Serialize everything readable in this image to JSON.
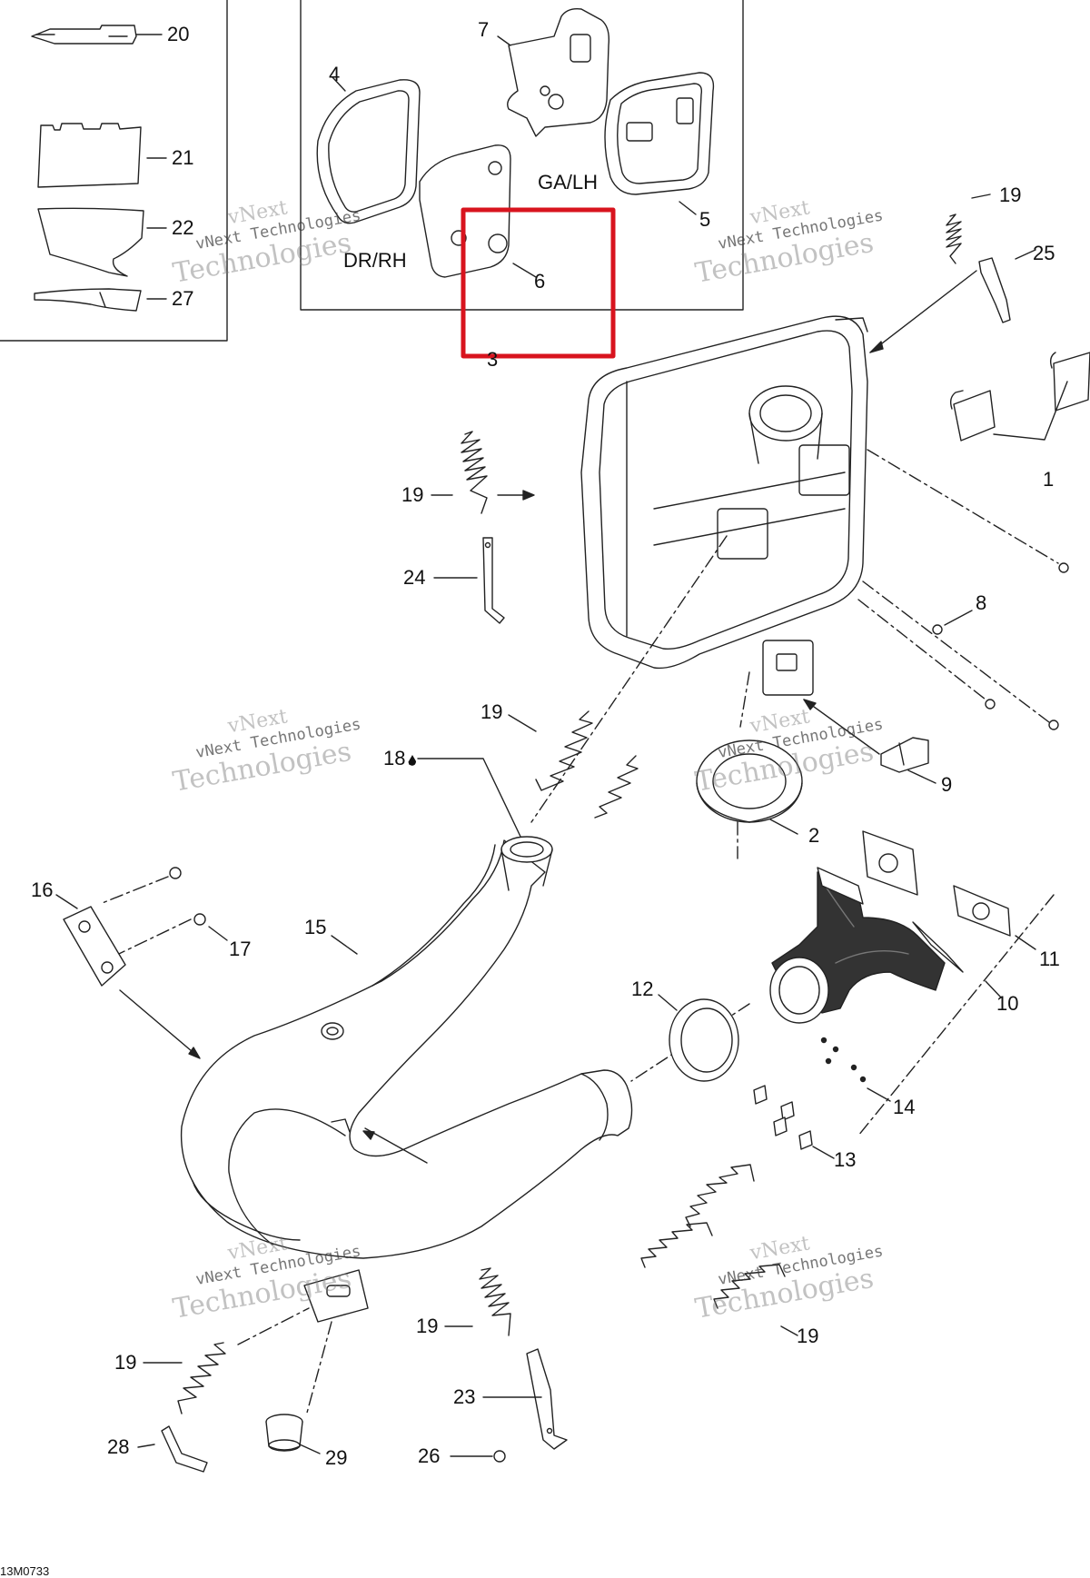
{
  "labels": {
    "p20": "20",
    "p21": "21",
    "p22": "22",
    "p27": "27",
    "p7": "7",
    "p4": "4",
    "p5": "5",
    "p6": "6",
    "p3": "3",
    "p19_top_right": "19",
    "p25": "25",
    "p1": "1",
    "p8": "8",
    "p19_left_upper": "19",
    "p24": "24",
    "p19_mid": "19",
    "p18": "18",
    "p9": "9",
    "p2": "2",
    "p16": "16",
    "p17": "17",
    "p15": "15",
    "p11": "11",
    "p10": "10",
    "p12": "12",
    "p14": "14",
    "p13": "13",
    "p19_bottom_center": "19",
    "p19_bottom_left": "19",
    "p19_bottom_right": "19",
    "p23": "23",
    "p28": "28",
    "p26": "26",
    "p29": "29"
  },
  "side_labels": {
    "ga_lh": "GA/LH",
    "dr_rh": "DR/RH"
  },
  "drawing_code": "13M0733",
  "watermark": {
    "line1": "vNext",
    "line2": "vNext Technologies",
    "line3": "Technologies"
  },
  "icons": {
    "oil_drop": "oil-drop-icon"
  },
  "colors": {
    "line": "#222222",
    "highlight": "#d8141e",
    "watermark": "#7a7a7a"
  }
}
